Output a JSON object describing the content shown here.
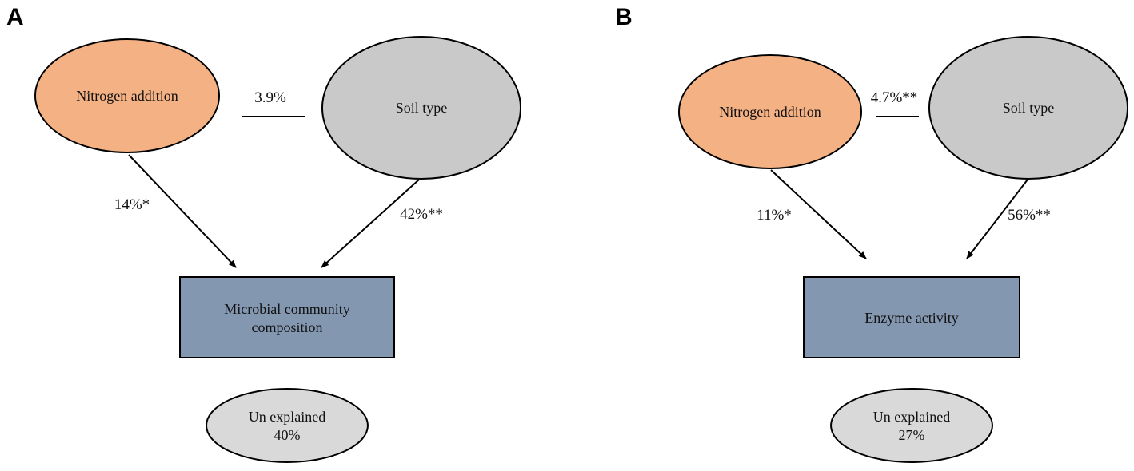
{
  "colors": {
    "nitrogen_fill": "#f4b183",
    "soil_fill": "#c9c9c9",
    "response_fill": "#8497b0",
    "unexplained_fill": "#d9d9d9",
    "stroke": "#000000"
  },
  "panels": [
    {
      "letter": "A",
      "nitrogen": "Nitrogen addition",
      "soil": "Soil type",
      "correlation": "3.9%",
      "nitrogen_effect": "14%*",
      "soil_effect": "42%**",
      "response_line1": "Microbial community",
      "response_line2": "composition",
      "unexplained_label": "Un explained",
      "unexplained_value": "40%"
    },
    {
      "letter": "B",
      "nitrogen": "Nitrogen addition",
      "soil": "Soil type",
      "correlation": "4.7%**",
      "nitrogen_effect": "11%*",
      "soil_effect": "56%**",
      "response_line1": "Enzyme activity",
      "response_line2": "",
      "unexplained_label": "Un explained",
      "unexplained_value": "27%"
    }
  ]
}
